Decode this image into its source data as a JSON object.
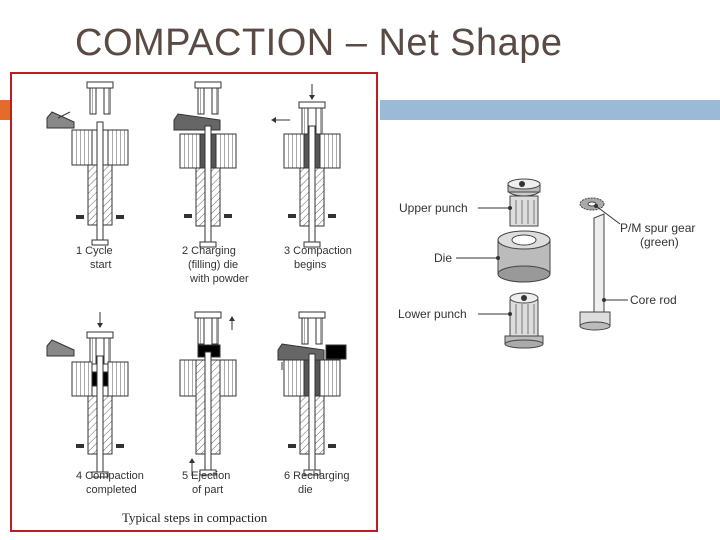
{
  "slide": {
    "title": "COMPACTION – Net Shape"
  },
  "colors": {
    "title_text": "#5a4a44",
    "accent_orange": "#e46c2a",
    "accent_blue": "#9bbad6",
    "frame_border": "#b81f24",
    "powder": "#7a7a7a",
    "compact": "#000000"
  },
  "figure_left": {
    "caption": "Typical steps in compaction",
    "steps": [
      {
        "number": "1",
        "line1": "1 Cycle",
        "line2": "start",
        "line3": ""
      },
      {
        "number": "2",
        "line1": "2 Charging",
        "line2": "(filling) die",
        "line3": "with powder"
      },
      {
        "number": "3",
        "line1": "3 Compaction",
        "line2": "begins",
        "line3": ""
      },
      {
        "number": "4",
        "line1": "4 Compaction",
        "line2": "completed",
        "line3": ""
      },
      {
        "number": "5",
        "line1": "5 Ejection",
        "line2": "of part",
        "line3": ""
      },
      {
        "number": "6",
        "line1": "6 Recharging",
        "line2": "die",
        "line3": ""
      }
    ]
  },
  "figure_right": {
    "labels": {
      "upper_punch": "Upper punch",
      "die": "Die",
      "lower_punch": "Lower punch",
      "gear_line1": "P/M spur gear",
      "gear_line2": "(green)",
      "core_rod": "Core rod"
    }
  }
}
